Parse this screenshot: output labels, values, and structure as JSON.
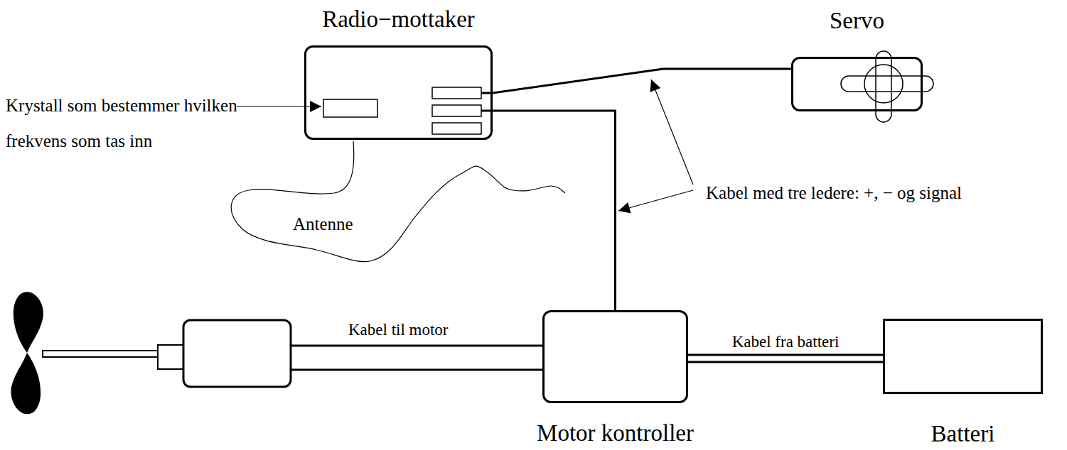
{
  "diagram": {
    "nodes": [
      {
        "text": [
          "Radio−mottaker"
        ]
      },
      {
        "text": [
          "Servo"
        ]
      },
      {
        "text": [
          "Motor kontroller"
        ]
      },
      {
        "text": [
          "Batteri"
        ]
      }
    ],
    "edges": [
      {
        "from": 0,
        "to": 1,
        "arrow": "none"
      },
      {
        "from": 0,
        "to": 2,
        "arrow": "none"
      },
      {
        "from": 2,
        "to": 3,
        "arrow": "none",
        "label": "Kabel fra batteri"
      }
    ],
    "labels": [
      "Krystall som bestemmer hvilken frekvens som tas inn",
      "Antenne",
      "Kabel med tre ledere: +, − og signal",
      "Kabel til motor"
    ]
  }
}
